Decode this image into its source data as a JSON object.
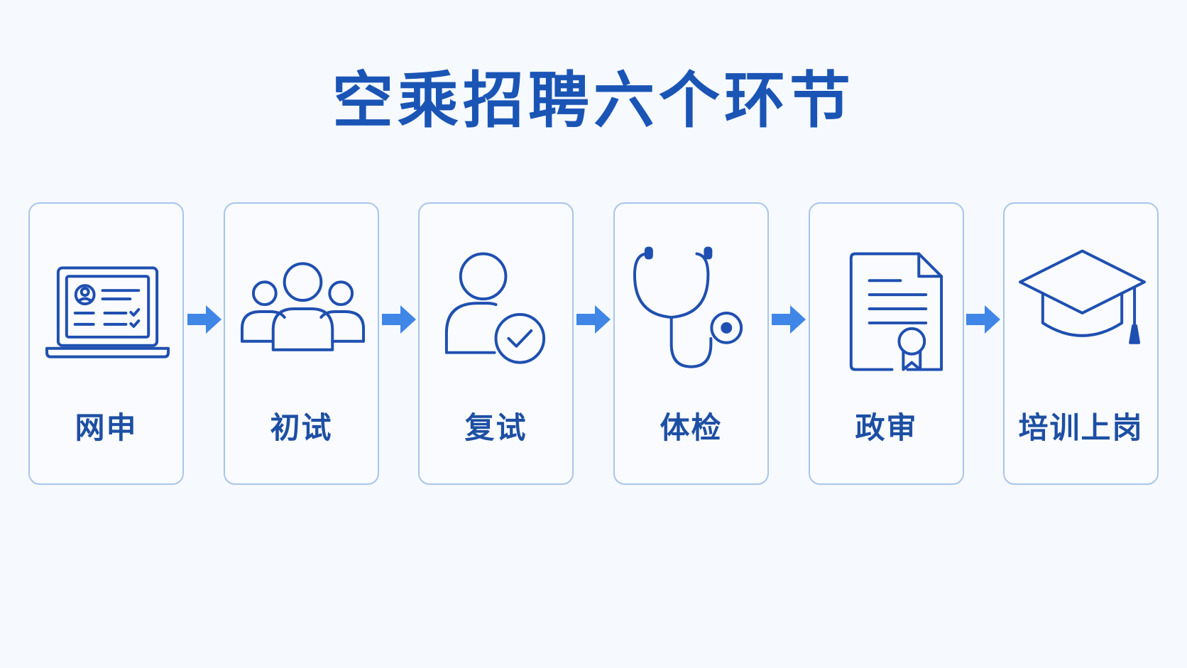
{
  "title": "空乘招聘六个环节",
  "colors": {
    "title": "#1a55b5",
    "icon_stroke": "#1f4fb0",
    "arrow": "#3f86e6",
    "card_border": "#a9c5ec",
    "card_bg": "#f9fbff",
    "background": "#f6f9fe"
  },
  "steps": [
    {
      "label": "网申",
      "icon": "laptop-form-icon"
    },
    {
      "label": "初试",
      "icon": "group-people-icon"
    },
    {
      "label": "复试",
      "icon": "person-check-icon"
    },
    {
      "label": "体检",
      "icon": "stethoscope-icon"
    },
    {
      "label": "政审",
      "icon": "certificate-document-icon"
    },
    {
      "label": "培训上岗",
      "icon": "graduation-cap-icon"
    }
  ]
}
